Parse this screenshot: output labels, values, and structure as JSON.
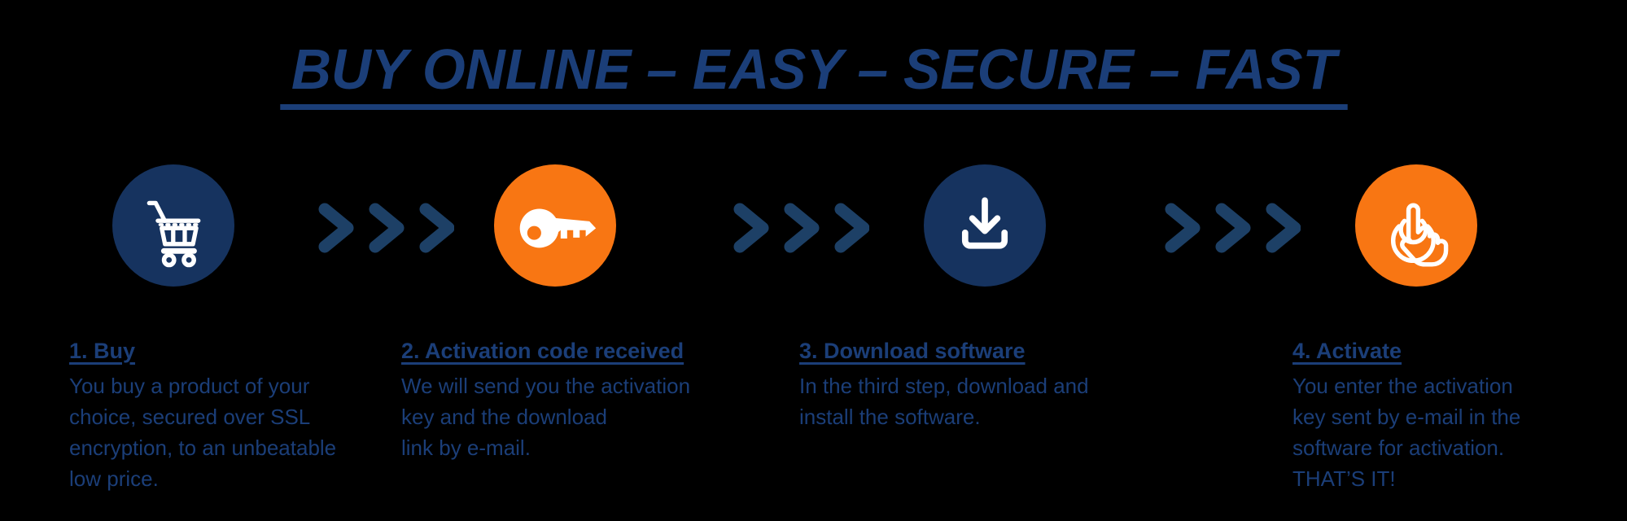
{
  "title": "BUY ONLINE – EASY – SECURE – FAST",
  "colors": {
    "navy_text": "#1B3E78",
    "navy_circle": "#16335F",
    "orange": "#F87613",
    "chevron": "#1D4066",
    "icon_white": "#FFFFFF",
    "background": "#000000"
  },
  "separator_icon": "chevron-right-icon",
  "steps": [
    {
      "icon": "cart-icon",
      "circle_color": "#16335F",
      "heading": "1. Buy",
      "body": "You buy a product of your\nchoice, secured over SSL\nencryption, to an unbeatable\nlow price."
    },
    {
      "icon": "key-icon",
      "circle_color": "#F87613",
      "heading": "2. Activation code received",
      "body": "We will send you the activation\nkey and the download\nlink by e-mail."
    },
    {
      "icon": "download-icon",
      "circle_color": "#16335F",
      "heading": "3. Download software",
      "body": "In the third step, download and\ninstall the software."
    },
    {
      "icon": "tap-icon",
      "circle_color": "#F87613",
      "heading": "4. Activate",
      "body": "You enter the activation\nkey sent by e-mail in the\nsoftware for activation.\nTHAT’S IT!"
    }
  ]
}
